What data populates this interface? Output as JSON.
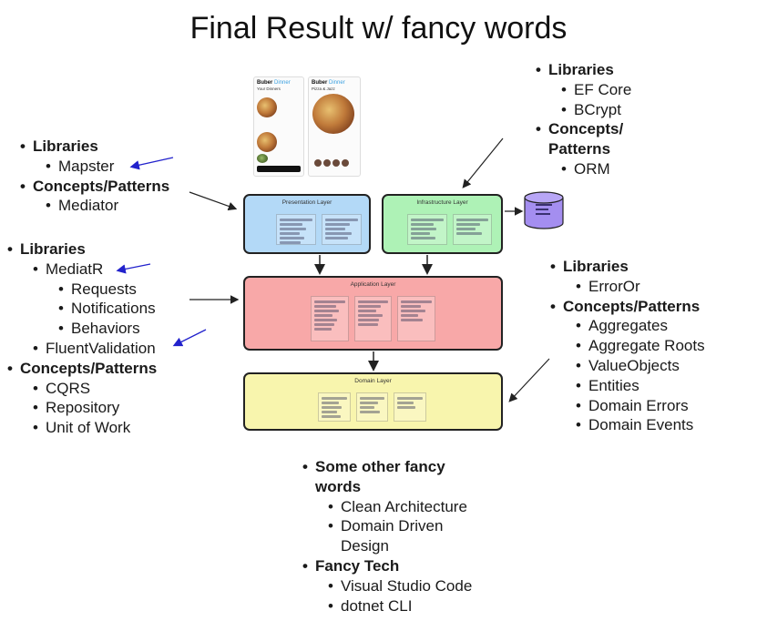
{
  "title": "Final Result w/ fancy words",
  "left_top": {
    "libraries_heading": "Libraries",
    "libraries": [
      "Mapster"
    ],
    "patterns_heading": "Concepts/Patterns",
    "patterns": [
      "Mediator"
    ]
  },
  "left_mid": {
    "libraries_heading": "Libraries",
    "mediatr": "MediatR",
    "mediatr_children": [
      "Requests",
      "Notifications",
      "Behaviors"
    ],
    "fluent": "FluentValidation",
    "patterns_heading": "Concepts/Patterns",
    "patterns": [
      "CQRS",
      "Repository",
      "Unit of Work"
    ]
  },
  "right_top": {
    "libraries_heading": "Libraries",
    "libraries": [
      "EF Core",
      "BCrypt"
    ],
    "patterns_heading": "Concepts/ Patterns",
    "patterns": [
      "ORM"
    ]
  },
  "right_mid": {
    "libraries_heading": "Libraries",
    "libraries": [
      "ErrorOr"
    ],
    "patterns_heading": "Concepts/Patterns",
    "patterns": [
      "Aggregates",
      "Aggregate Roots",
      "ValueObjects",
      "Entities",
      "Domain Errors",
      "Domain Events"
    ]
  },
  "bottom": {
    "other_heading": "Some other fancy words",
    "other": [
      "Clean Architecture",
      "Domain Driven Design"
    ],
    "tech_heading": "Fancy Tech",
    "tech": [
      "Visual Studio Code",
      "dotnet CLI"
    ]
  },
  "layers": {
    "presentation": "Presentation Layer",
    "infrastructure": "Infrastructure Layer",
    "application": "Application Layer",
    "domain": "Domain Layer",
    "colors": {
      "presentation": "#b3d9f7",
      "infrastructure": "#aef2b6",
      "application": "#f8a8a8",
      "domain": "#f8f5ad",
      "database": "#a48ef0"
    }
  },
  "phones": {
    "brand": "Buber",
    "brand_accent": "Dinner",
    "left_heading": "Your Dinners",
    "right_heading": "Pizza & Jazz"
  }
}
